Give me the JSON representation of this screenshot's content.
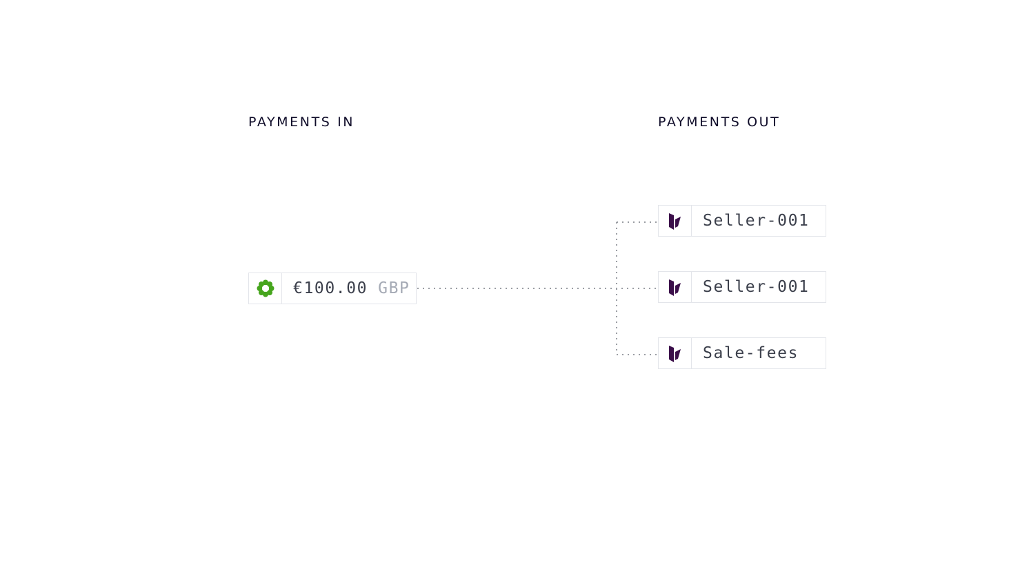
{
  "headings": {
    "payments_in": "PAYMENTS IN",
    "payments_out": "PAYMENTS OUT"
  },
  "payment_in": {
    "icon": "green-flower-icon",
    "amount": "€100.00",
    "currency": "GBP"
  },
  "payments_out": [
    {
      "icon": "purple-book-icon",
      "label": "Seller-001"
    },
    {
      "icon": "purple-book-icon",
      "label": "Seller-001"
    },
    {
      "icon": "purple-book-icon",
      "label": "Sale-fees"
    }
  ],
  "colors": {
    "heading": "#0f0c29",
    "label": "#3b3f4b",
    "currency": "#a5aab5",
    "border": "#e3e5ea",
    "connector": "#9a9da3",
    "in_icon": "#46a51d",
    "out_icon": "#3b0f4a"
  }
}
